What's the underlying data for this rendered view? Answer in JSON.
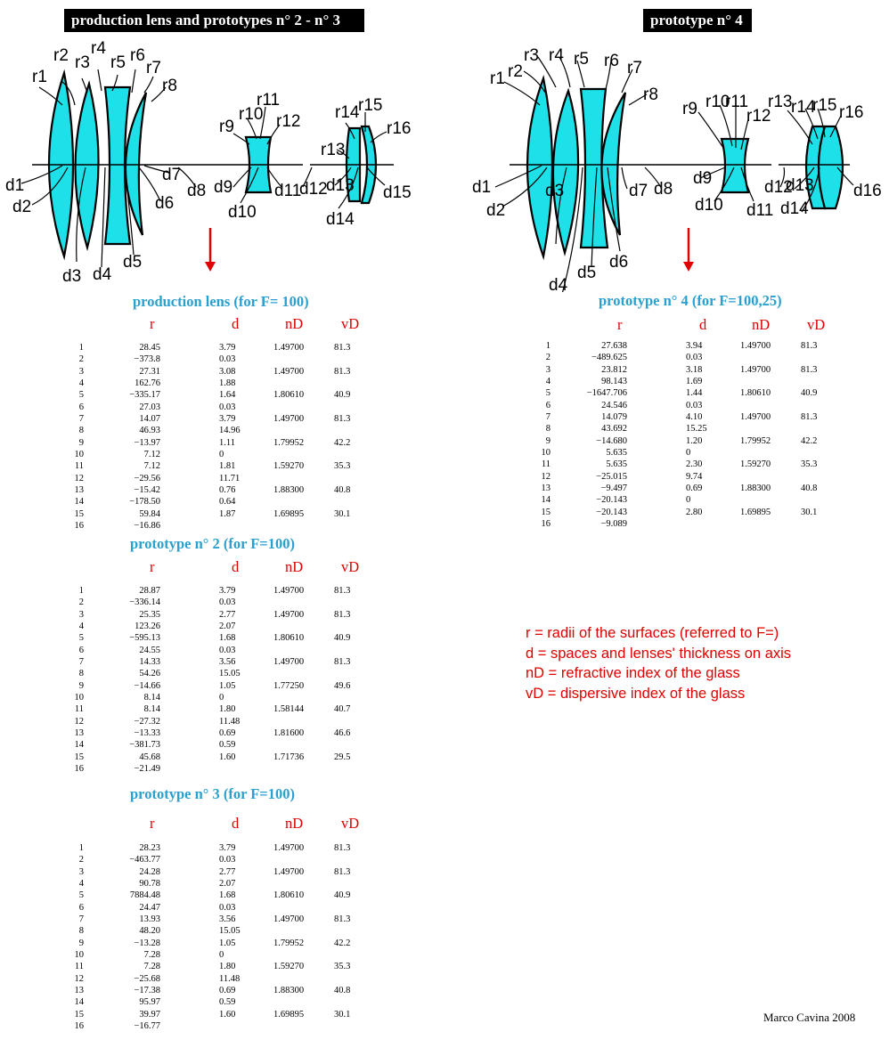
{
  "banners": {
    "left": "production lens and prototypes n° 2 - n° 3",
    "right": "prototype n° 4"
  },
  "columns": {
    "r": "r",
    "d": "d",
    "nd": "nD",
    "vd": "vD"
  },
  "diagram_labels": {
    "radii": [
      "r1",
      "r2",
      "r3",
      "r4",
      "r5",
      "r6",
      "r7",
      "r8",
      "r9",
      "r10",
      "r11",
      "r12",
      "r13",
      "r14",
      "r15",
      "r16"
    ],
    "distances": [
      "d1",
      "d2",
      "d3",
      "d4",
      "d5",
      "d6",
      "d7",
      "d8",
      "d9",
      "d10",
      "d11",
      "d12",
      "d13",
      "d14",
      "d15",
      "d16"
    ]
  },
  "tables": {
    "production": {
      "title": "production lens (for F= 100)",
      "rows": [
        {
          "n": "1",
          "r": "28.45",
          "d": "3.79",
          "nd": "1.49700",
          "vd": "81.3"
        },
        {
          "n": "2",
          "r": "−373.8",
          "d": "0.03",
          "nd": "",
          "vd": ""
        },
        {
          "n": "3",
          "r": "27.31",
          "d": "3.08",
          "nd": "1.49700",
          "vd": "81.3"
        },
        {
          "n": "4",
          "r": "162.76",
          "d": "1.88",
          "nd": "",
          "vd": ""
        },
        {
          "n": "5",
          "r": "−335.17",
          "d": "1.64",
          "nd": "1.80610",
          "vd": "40.9"
        },
        {
          "n": "6",
          "r": "27.03",
          "d": "0.03",
          "nd": "",
          "vd": ""
        },
        {
          "n": "7",
          "r": "14.07",
          "d": "3.79",
          "nd": "1.49700",
          "vd": "81.3"
        },
        {
          "n": "8",
          "r": "46.93",
          "d": "14.96",
          "nd": "",
          "vd": ""
        },
        {
          "n": "9",
          "r": "−13.97",
          "d": "1.11",
          "nd": "1.79952",
          "vd": "42.2"
        },
        {
          "n": "10",
          "r": "7.12",
          "d": "0",
          "nd": "",
          "vd": ""
        },
        {
          "n": "11",
          "r": "7.12",
          "d": "1.81",
          "nd": "1.59270",
          "vd": "35.3"
        },
        {
          "n": "12",
          "r": "−29.56",
          "d": "11.71",
          "nd": "",
          "vd": ""
        },
        {
          "n": "13",
          "r": "−15.42",
          "d": "0.76",
          "nd": "1.88300",
          "vd": "40.8"
        },
        {
          "n": "14",
          "r": "−178.50",
          "d": "0.64",
          "nd": "",
          "vd": ""
        },
        {
          "n": "15",
          "r": "59.84",
          "d": "1.87",
          "nd": "1.69895",
          "vd": "30.1"
        },
        {
          "n": "16",
          "r": "−16.86",
          "d": "",
          "nd": "",
          "vd": ""
        }
      ]
    },
    "proto2": {
      "title": "prototype n° 2 (for F=100)",
      "rows": [
        {
          "n": "1",
          "r": "28.87",
          "d": "3.79",
          "nd": "1.49700",
          "vd": "81.3"
        },
        {
          "n": "2",
          "r": "−336.14",
          "d": "0.03",
          "nd": "",
          "vd": ""
        },
        {
          "n": "3",
          "r": "25.35",
          "d": "2.77",
          "nd": "1.49700",
          "vd": "81.3"
        },
        {
          "n": "4",
          "r": "123.26",
          "d": "2.07",
          "nd": "",
          "vd": ""
        },
        {
          "n": "5",
          "r": "−595.13",
          "d": "1.68",
          "nd": "1.80610",
          "vd": "40.9"
        },
        {
          "n": "6",
          "r": "24.55",
          "d": "0.03",
          "nd": "",
          "vd": ""
        },
        {
          "n": "7",
          "r": "14.33",
          "d": "3.56",
          "nd": "1.49700",
          "vd": "81.3"
        },
        {
          "n": "8",
          "r": "54.26",
          "d": "15.05",
          "nd": "",
          "vd": ""
        },
        {
          "n": "9",
          "r": "−14.66",
          "d": "1.05",
          "nd": "1.77250",
          "vd": "49.6"
        },
        {
          "n": "10",
          "r": "8.14",
          "d": "0",
          "nd": "",
          "vd": ""
        },
        {
          "n": "11",
          "r": "8.14",
          "d": "1.80",
          "nd": "1.58144",
          "vd": "40.7"
        },
        {
          "n": "12",
          "r": "−27.32",
          "d": "11.48",
          "nd": "",
          "vd": ""
        },
        {
          "n": "13",
          "r": "−13.33",
          "d": "0.69",
          "nd": "1.81600",
          "vd": "46.6"
        },
        {
          "n": "14",
          "r": "−381.73",
          "d": "0.59",
          "nd": "",
          "vd": ""
        },
        {
          "n": "15",
          "r": "45.68",
          "d": "1.60",
          "nd": "1.71736",
          "vd": "29.5"
        },
        {
          "n": "16",
          "r": "−21.49",
          "d": "",
          "nd": "",
          "vd": ""
        }
      ]
    },
    "proto3": {
      "title": "prototype n° 3 (for F=100)",
      "rows": [
        {
          "n": "1",
          "r": "28.23",
          "d": "3.79",
          "nd": "1.49700",
          "vd": "81.3"
        },
        {
          "n": "2",
          "r": "−463.77",
          "d": "0.03",
          "nd": "",
          "vd": ""
        },
        {
          "n": "3",
          "r": "24.28",
          "d": "2.77",
          "nd": "1.49700",
          "vd": "81.3"
        },
        {
          "n": "4",
          "r": "90.78",
          "d": "2.07",
          "nd": "",
          "vd": ""
        },
        {
          "n": "5",
          "r": "7884.48",
          "d": "1.68",
          "nd": "1.80610",
          "vd": "40.9"
        },
        {
          "n": "6",
          "r": "24.47",
          "d": "0.03",
          "nd": "",
          "vd": ""
        },
        {
          "n": "7",
          "r": "13.93",
          "d": "3.56",
          "nd": "1.49700",
          "vd": "81.3"
        },
        {
          "n": "8",
          "r": "48.20",
          "d": "15.05",
          "nd": "",
          "vd": ""
        },
        {
          "n": "9",
          "r": "−13.28",
          "d": "1.05",
          "nd": "1.79952",
          "vd": "42.2"
        },
        {
          "n": "10",
          "r": "7.28",
          "d": "0",
          "nd": "",
          "vd": ""
        },
        {
          "n": "11",
          "r": "7.28",
          "d": "1.80",
          "nd": "1.59270",
          "vd": "35.3"
        },
        {
          "n": "12",
          "r": "−25.68",
          "d": "11.48",
          "nd": "",
          "vd": ""
        },
        {
          "n": "13",
          "r": "−17.38",
          "d": "0.69",
          "nd": "1.88300",
          "vd": "40.8"
        },
        {
          "n": "14",
          "r": "95.97",
          "d": "0.59",
          "nd": "",
          "vd": ""
        },
        {
          "n": "15",
          "r": "39.97",
          "d": "1.60",
          "nd": "1.69895",
          "vd": "30.1"
        },
        {
          "n": "16",
          "r": "−16.77",
          "d": "",
          "nd": "",
          "vd": ""
        }
      ]
    },
    "proto4": {
      "title": "prototype n° 4 (for F=100,25)",
      "rows": [
        {
          "n": "1",
          "r": "27.638",
          "d": "3.94",
          "nd": "1.49700",
          "vd": "81.3"
        },
        {
          "n": "2",
          "r": "−489.625",
          "d": "0.03",
          "nd": "",
          "vd": ""
        },
        {
          "n": "3",
          "r": "23.812",
          "d": "3.18",
          "nd": "1.49700",
          "vd": "81.3"
        },
        {
          "n": "4",
          "r": "98.143",
          "d": "1.69",
          "nd": "",
          "vd": ""
        },
        {
          "n": "5",
          "r": "−1647.706",
          "d": "1.44",
          "nd": "1.80610",
          "vd": "40.9"
        },
        {
          "n": "6",
          "r": "24.546",
          "d": "0.03",
          "nd": "",
          "vd": ""
        },
        {
          "n": "7",
          "r": "14.079",
          "d": "4.10",
          "nd": "1.49700",
          "vd": "81.3"
        },
        {
          "n": "8",
          "r": "43.692",
          "d": "15.25",
          "nd": "",
          "vd": ""
        },
        {
          "n": "9",
          "r": "−14.680",
          "d": "1.20",
          "nd": "1.79952",
          "vd": "42.2"
        },
        {
          "n": "10",
          "r": "5.635",
          "d": "0",
          "nd": "",
          "vd": ""
        },
        {
          "n": "11",
          "r": "5.635",
          "d": "2.30",
          "nd": "1.59270",
          "vd": "35.3"
        },
        {
          "n": "12",
          "r": "−25.015",
          "d": "9.74",
          "nd": "",
          "vd": ""
        },
        {
          "n": "13",
          "r": "−9.497",
          "d": "0.69",
          "nd": "1.88300",
          "vd": "40.8"
        },
        {
          "n": "14",
          "r": "−20.143",
          "d": "0",
          "nd": "",
          "vd": ""
        },
        {
          "n": "15",
          "r": "−20.143",
          "d": "2.80",
          "nd": "1.69895",
          "vd": "30.1"
        },
        {
          "n": "16",
          "r": "−9.089",
          "d": "",
          "nd": "",
          "vd": ""
        }
      ]
    }
  },
  "legend": [
    " r = radii of the surfaces (referred to F=)",
    "d = spaces and lenses' thickness on axis",
    "nD = refractive index of the glass",
    "vD = dispersive index of the glass"
  ],
  "credit": "Marco Cavina 2008",
  "colors": {
    "glass": "#1ee0e8",
    "header": "#e00000",
    "title": "#2aa0cf",
    "arrow": "#e00000"
  }
}
